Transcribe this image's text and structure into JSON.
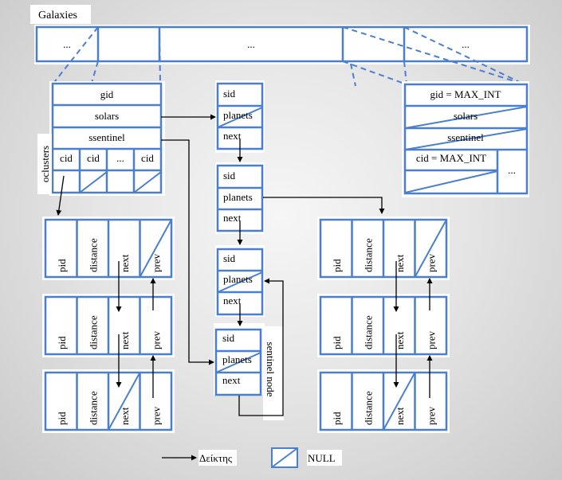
{
  "title": "Galaxies",
  "colors": {
    "box_stroke": "#4a7fcf",
    "arrow": "#000000",
    "box_fill": "#ffffff"
  },
  "galaxies_array": {
    "cells": [
      "...",
      "",
      "...",
      "",
      "..."
    ]
  },
  "galaxy_node": {
    "fields": [
      "gid",
      "solars",
      "ssentinel"
    ],
    "oclusters_label": "oclusters",
    "cluster_cells": [
      "cid",
      "cid",
      "...",
      "cid"
    ]
  },
  "sentinel_galaxy": {
    "fields": [
      "gid = MAX_INT",
      "solars",
      "ssentinel"
    ],
    "cluster_cell": "cid = MAX_INT",
    "more": "..."
  },
  "solar_nodes": [
    {
      "fields": [
        "sid",
        "planets",
        "next"
      ],
      "planets_null": true
    },
    {
      "fields": [
        "sid",
        "planets",
        "next"
      ],
      "planets_null": false
    },
    {
      "fields": [
        "sid",
        "planets",
        "next"
      ],
      "planets_null": true
    },
    {
      "fields": [
        "sid",
        "planets",
        "next"
      ],
      "planets_null": true
    }
  ],
  "sentinel_node_label": "sentinel node",
  "planet_fields": [
    "pid",
    "distance",
    "next",
    "prev"
  ],
  "legend": {
    "pointer_label": "Δείκτης",
    "null_label": "NULL"
  }
}
